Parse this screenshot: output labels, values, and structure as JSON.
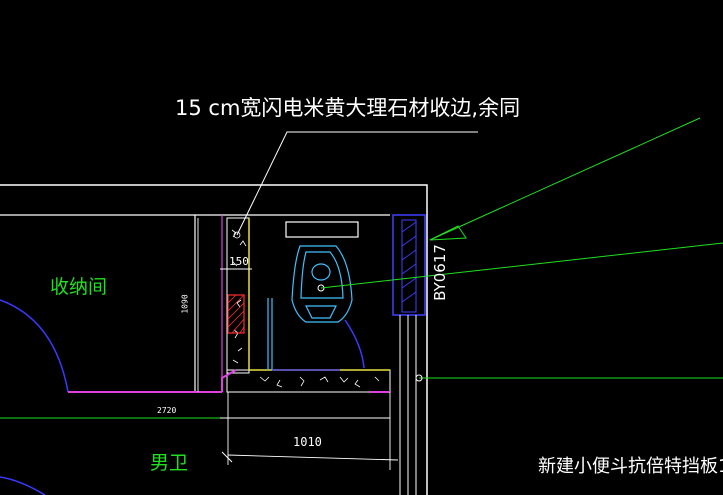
{
  "drawing": {
    "annotation": "15 cm宽闪电米黄大理石材收边,余同",
    "rooms": {
      "storage": "收纳间",
      "mens_toilet": "男卫"
    },
    "dimensions": {
      "d150": "150",
      "d1090": "1090",
      "d2720": "2720",
      "d1010": "1010"
    },
    "code_tag": "BY0617",
    "new_note": "新建小便斗抗倍特挡板1"
  },
  "colors": {
    "background": "#000000",
    "wall": "#ffffff",
    "magenta": "#e040e0",
    "yellow": "#e8e040",
    "blue": "#4040ff",
    "green": "#20e020",
    "cyan": "#40c0ff",
    "red": "#ff3030"
  }
}
